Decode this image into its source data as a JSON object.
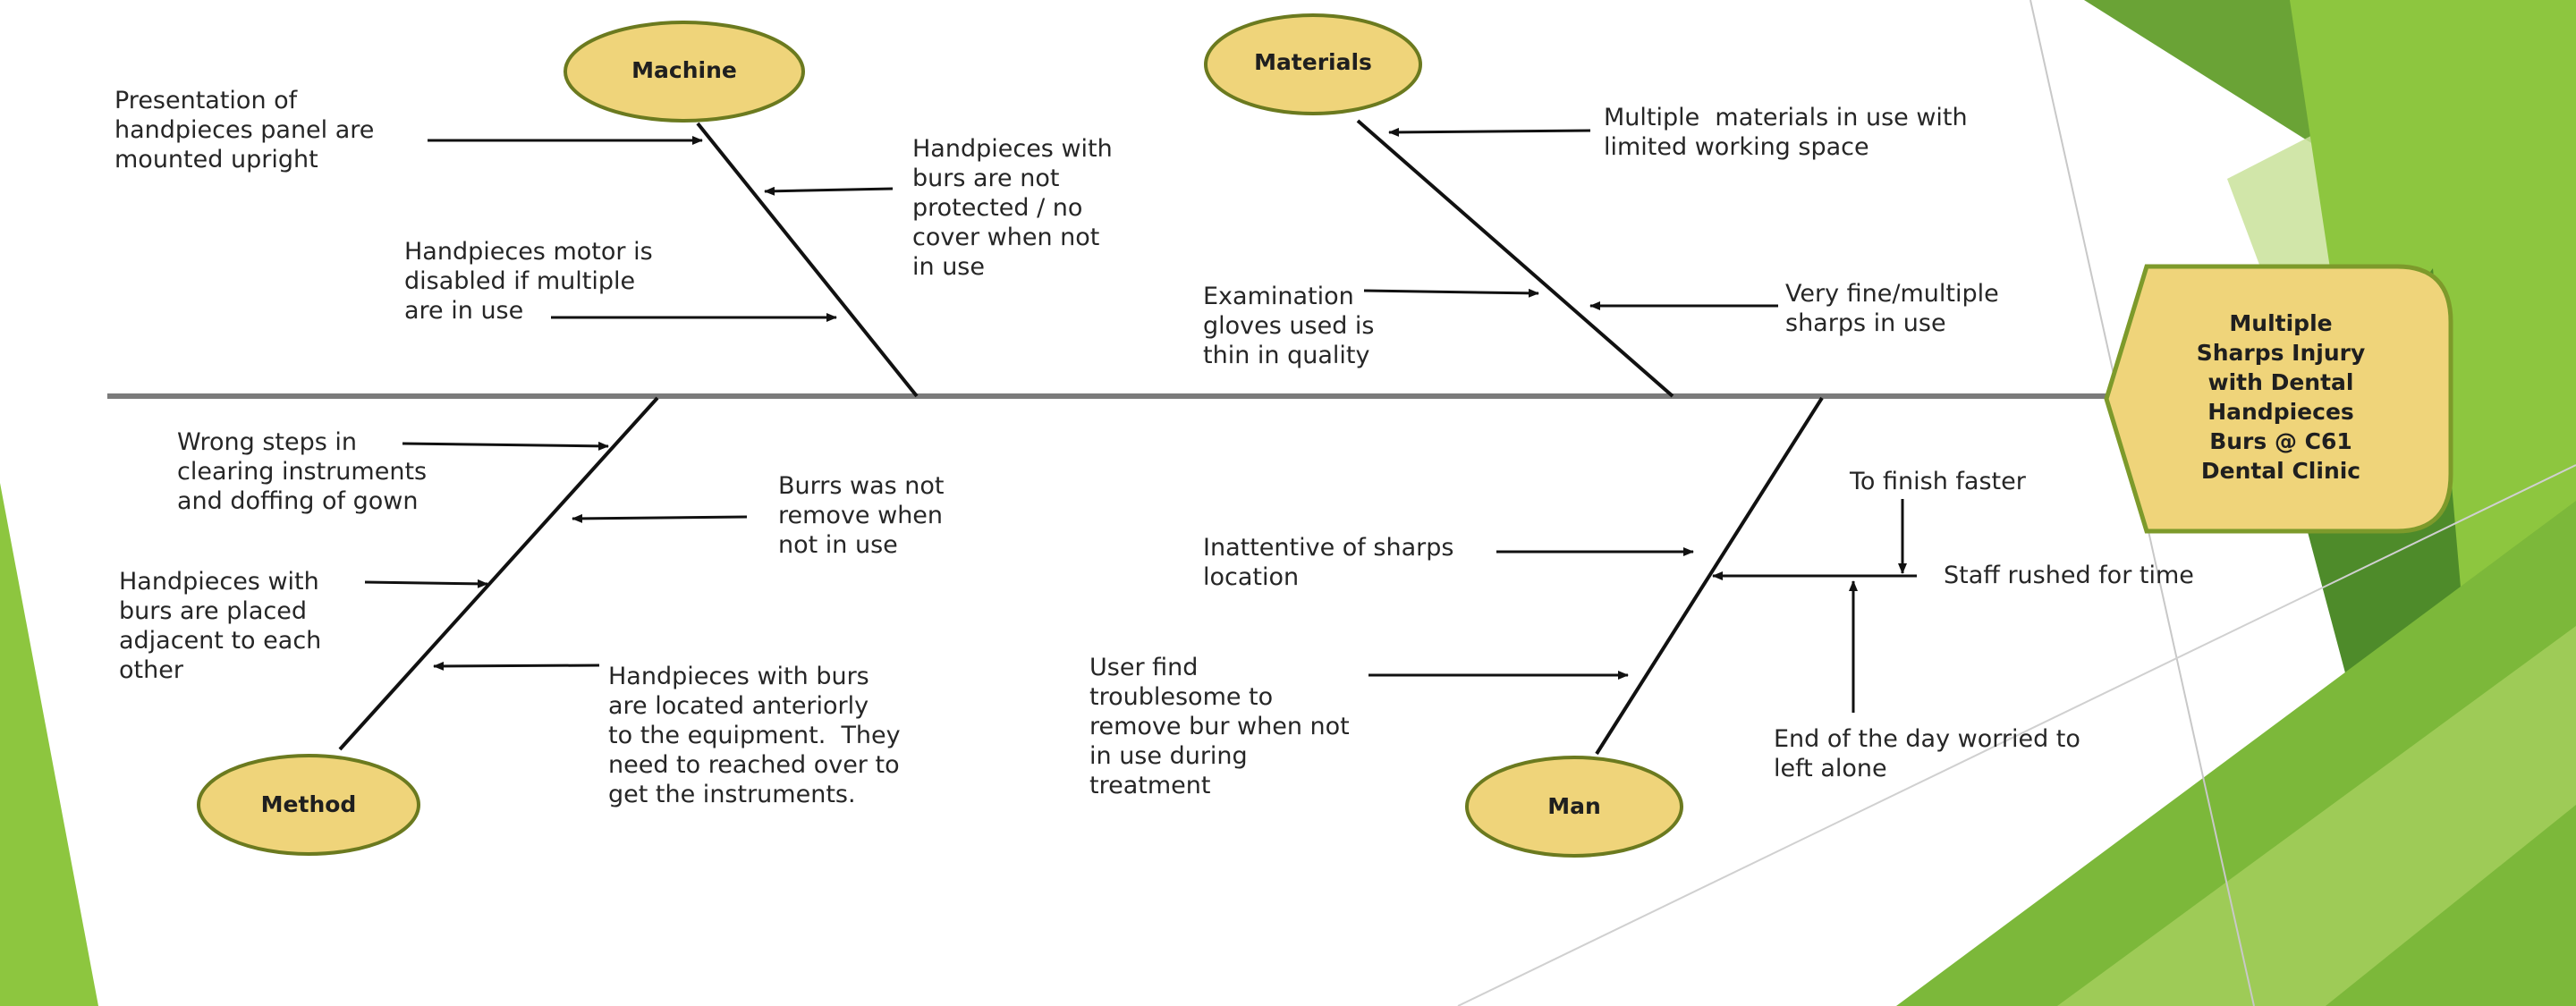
{
  "colors": {
    "spine": "#7b7b7b",
    "line": "#111111",
    "oval_fill": "#efd47a",
    "oval_border": "#6b7a1f",
    "head_fill": "#efd47a",
    "head_border": "#7d9a2b",
    "bg_greens": [
      "#8dc63f",
      "#6aa336",
      "#4e8b2a",
      "#c9e29a",
      "#a6cf5f"
    ]
  },
  "head": {
    "text": "Multiple\nSharps Injury\nwith Dental\nHandpieces\nBurs @ C61\nDental Clinic"
  },
  "categories": {
    "machine": "Machine",
    "materials": "Materials",
    "method": "Method",
    "man": "Man"
  },
  "causes": {
    "machine": [
      "Presentation of\nhandpieces panel are\nmounted upright",
      "Handpieces with\nburs are not\nprotected / no\ncover when not\nin use",
      "Handpieces motor is\ndisabled if multiple\nare in use"
    ],
    "materials": [
      "Multiple  materials in use with\nlimited working space",
      "Examination\ngloves used is\nthin in quality",
      "Very fine/multiple\nsharps in use"
    ],
    "method": [
      "Wrong steps in\nclearing instruments\nand doffing of gown",
      "Burrs was not\nremove when\nnot in use",
      "Handpieces with\nburs are placed\nadjacent to each\nother",
      "Handpieces with burs\nare located anteriorly\nto the equipment.  They\nneed to reached over to\nget the instruments."
    ],
    "man": [
      "Inattentive of sharps\nlocation",
      "User find\ntroublesome to\nremove bur when not\nin use during\ntreatment",
      "To finish faster",
      "Staff rushed for time",
      "End of the day worried to\nleft alone"
    ]
  }
}
